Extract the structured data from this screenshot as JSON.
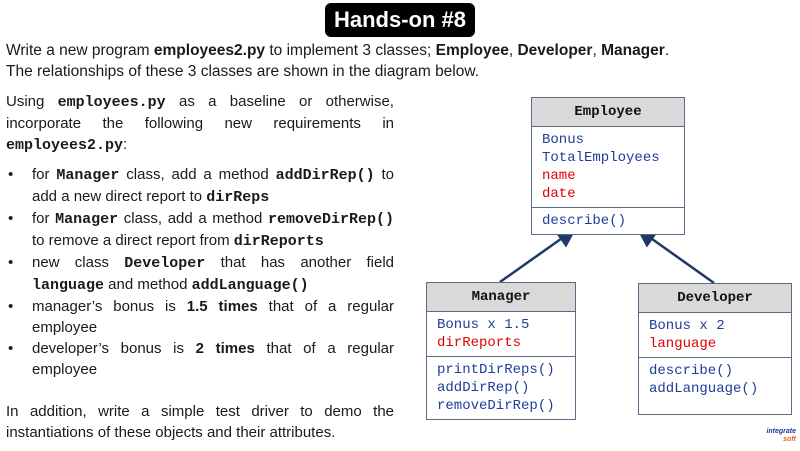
{
  "title": "Hands-on #8",
  "intro": {
    "l1_a": "Write a new program ",
    "l1_file": "employees2.py",
    "l1_b": " to implement 3 classes; ",
    "class1": "Employee",
    "sep1": ", ",
    "class2": "Developer",
    "sep2": ", ",
    "class3": "Manager",
    "l1_end": ".",
    "l2": "The relationships of these 3 classes are shown in the diagram below."
  },
  "left": {
    "p_a": "Using ",
    "p_file": "employees.py",
    "p_b": " as a baseline or otherwise, incorporate the following new requirements in ",
    "p_file2": "employees2.py",
    "p_c": ":",
    "bullets": [
      {
        "a": "for ",
        "m1": "Manager",
        "b": " class, add a method ",
        "m2": "addDirRep()",
        "c": " to add a new direct report to ",
        "m3": "dirReps",
        "d": ""
      },
      {
        "a": "for ",
        "m1": "Manager",
        "b": " class, add a method ",
        "m2": "removeDirRep()",
        "c": " to remove a direct report from ",
        "m3": "dirReports",
        "d": ""
      },
      {
        "a": "new class ",
        "m1": "Developer",
        "b": " that has another field ",
        "m2": "language",
        "c": " and method ",
        "m3": "addLanguage()",
        "d": ""
      },
      {
        "a": "manager’s bonus is ",
        "m1": "1.5 times",
        "b": " that of a regular employee"
      },
      {
        "a": "developer’s bonus is ",
        "m1": "2 times",
        "b": " that of a regular employee"
      }
    ],
    "closing": "In addition, write a simple test driver to demo the instantiations of these objects and their attributes."
  },
  "diagram": {
    "employee": {
      "name": "Employee",
      "fields": [
        {
          "text": "Bonus",
          "color": "blue"
        },
        {
          "text": "TotalEmployees",
          "color": "blue"
        },
        {
          "text": "name",
          "color": "red"
        },
        {
          "text": "date",
          "color": "red"
        }
      ],
      "methods": [
        "describe()"
      ]
    },
    "manager": {
      "name": "Manager",
      "fields": [
        {
          "text": "Bonus x 1.5",
          "color": "blue"
        },
        {
          "text": "dirReports",
          "color": "red"
        }
      ],
      "methods": [
        "printDirReps()",
        "addDirRep()",
        "removeDirRep()"
      ]
    },
    "developer": {
      "name": "Developer",
      "fields": [
        {
          "text": "Bonus x 2",
          "color": "blue"
        },
        {
          "text": "language",
          "color": "red"
        }
      ],
      "methods": [
        "describe()",
        "addLanguage()"
      ]
    }
  },
  "logo": {
    "line1": "integrate",
    "line2": "soft"
  },
  "colors": {
    "blue": "#1f3c99",
    "red": "#e00000",
    "header_bg": "#d9d9d9",
    "arrow": "#1f3864"
  }
}
